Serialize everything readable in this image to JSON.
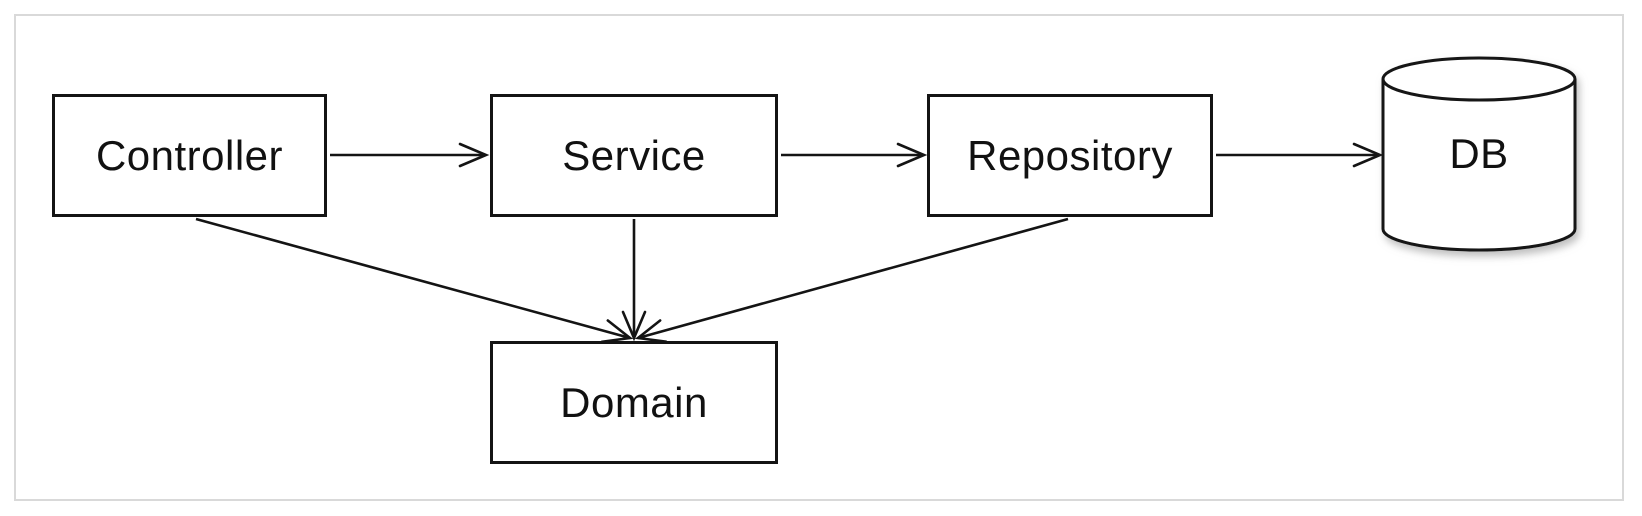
{
  "diagram": {
    "nodes": [
      {
        "id": "controller",
        "label": "Controller",
        "shape": "rectangle"
      },
      {
        "id": "service",
        "label": "Service",
        "shape": "rectangle"
      },
      {
        "id": "repository",
        "label": "Repository",
        "shape": "rectangle"
      },
      {
        "id": "db",
        "label": "DB",
        "shape": "cylinder"
      },
      {
        "id": "domain",
        "label": "Domain",
        "shape": "rectangle"
      }
    ],
    "edges": [
      {
        "from": "Controller",
        "to": "Service",
        "arrow": "open"
      },
      {
        "from": "Service",
        "to": "Repository",
        "arrow": "open"
      },
      {
        "from": "Repository",
        "to": "DB",
        "arrow": "open"
      },
      {
        "from": "Controller",
        "to": "Domain",
        "arrow": "open"
      },
      {
        "from": "Service",
        "to": "Domain",
        "arrow": "open"
      },
      {
        "from": "Repository",
        "to": "Domain",
        "arrow": "open"
      }
    ],
    "colors": {
      "stroke": "#141414",
      "node_fill": "#ffffff",
      "frame_border": "#d9d9d9",
      "background": "#ffffff"
    }
  }
}
